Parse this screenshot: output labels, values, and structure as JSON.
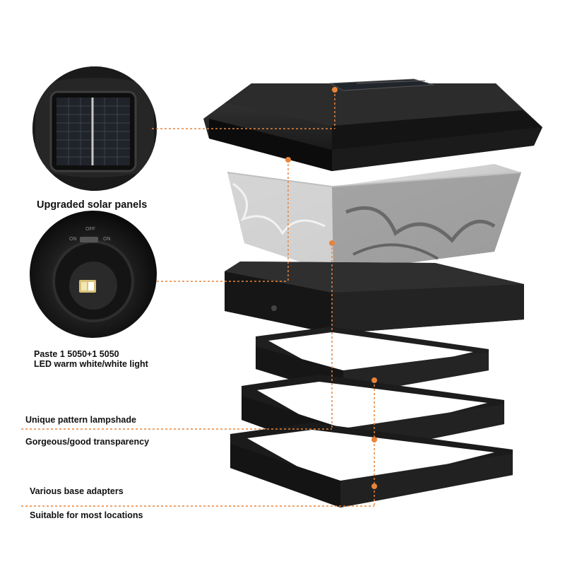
{
  "callouts": {
    "solar": "Upgraded solar panels",
    "led_line1": "Paste 1 5050+1 5050",
    "led_line2": "LED warm white/white light",
    "shade_line1": "Unique pattern lampshade",
    "shade_line2": "Gorgeous/good transparency",
    "base_line1": "Various base adapters",
    "base_line2": "Suitable for most locations"
  },
  "switch": {
    "off": "OFF",
    "on_left": "ON",
    "on_right": "ON"
  },
  "colors": {
    "accent": "#e8843a",
    "product_black": "#1c1c1c",
    "background": "#ffffff"
  },
  "icons": [
    "solar-panel-closeup",
    "led-switch-closeup",
    "lamp-cap",
    "lampshade",
    "lamp-base",
    "base-adapter"
  ]
}
